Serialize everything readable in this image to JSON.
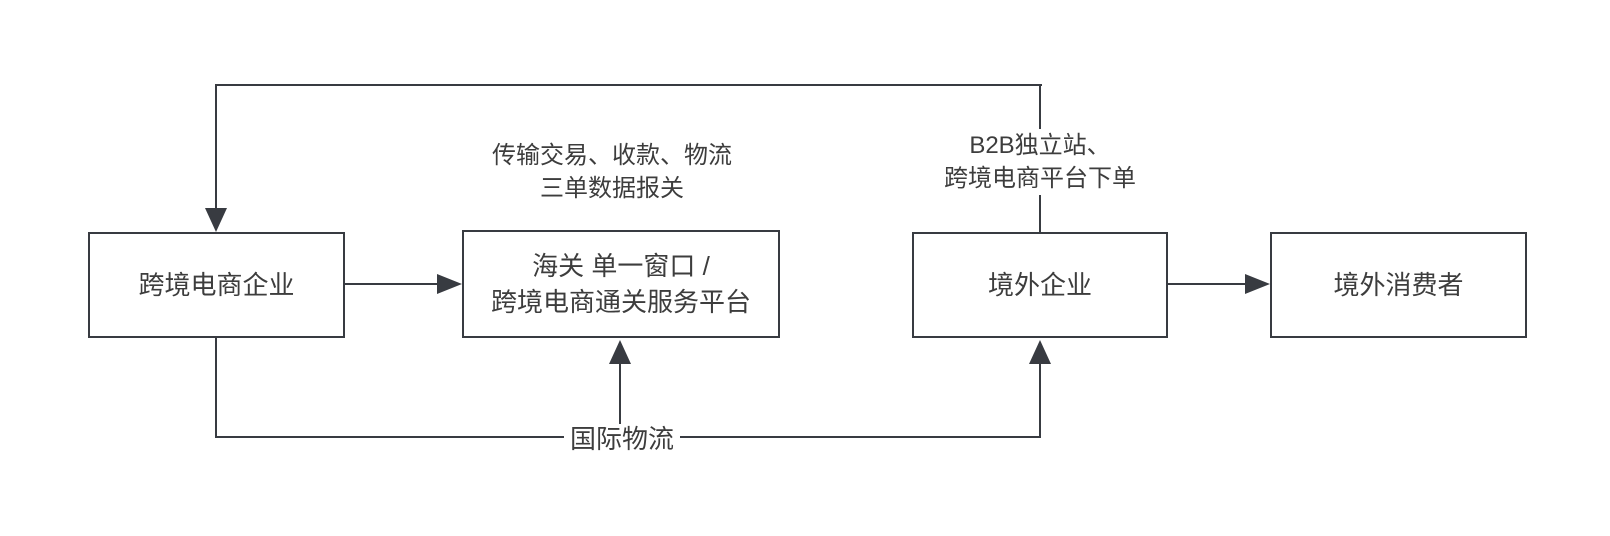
{
  "diagram": {
    "background_color": "#ffffff",
    "line_color": "#383b41",
    "text_color": "#3d3d3d",
    "node_fill_color": "#ffffff",
    "nodes": {
      "cbec_enterprise": {
        "label": "跨境电商企业"
      },
      "customs_platform": {
        "label_line1": "海关 单一窗口 /",
        "label_line2": "跨境电商通关服务平台"
      },
      "overseas_enterprise": {
        "label": "境外企业"
      },
      "overseas_consumer": {
        "label": "境外消费者"
      }
    },
    "edge_labels": {
      "declaration": {
        "line1": "传输交易、收款、物流",
        "line2": "三单数据报关"
      },
      "ordering": {
        "line1": "B2B独立站、",
        "line2": "跨境电商平台下单"
      },
      "logistics": {
        "label": "国际物流"
      }
    }
  }
}
